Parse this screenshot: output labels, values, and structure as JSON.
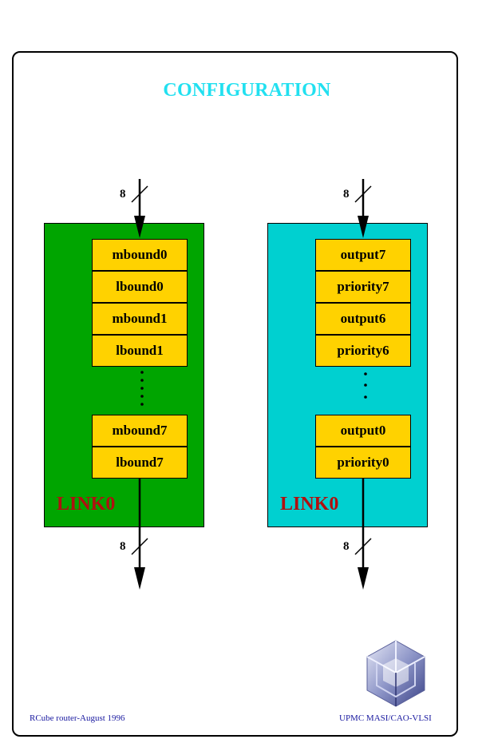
{
  "title": "CONFIGURATION",
  "links": [
    {
      "name": "LINK0",
      "color": "#00a500",
      "registers_top": [
        "mbound0",
        "lbound0",
        "mbound1",
        "lbound1"
      ],
      "registers_bottom": [
        "mbound7",
        "lbound7"
      ]
    },
    {
      "name": "LINK0",
      "color": "#00d0d0",
      "registers_top": [
        "output7",
        "priority7",
        "output6",
        "priority6"
      ],
      "registers_bottom": [
        "output0",
        "priority0"
      ]
    }
  ],
  "bus_width": "8",
  "register_color": "#ffd200",
  "label_color": "#b01010",
  "title_color": "#22e0f0",
  "footer": {
    "left": "RCube router-August 1996",
    "right": "UPMC MASI/CAO-VLSI"
  },
  "logo_icon": "hypercube-logo-icon"
}
